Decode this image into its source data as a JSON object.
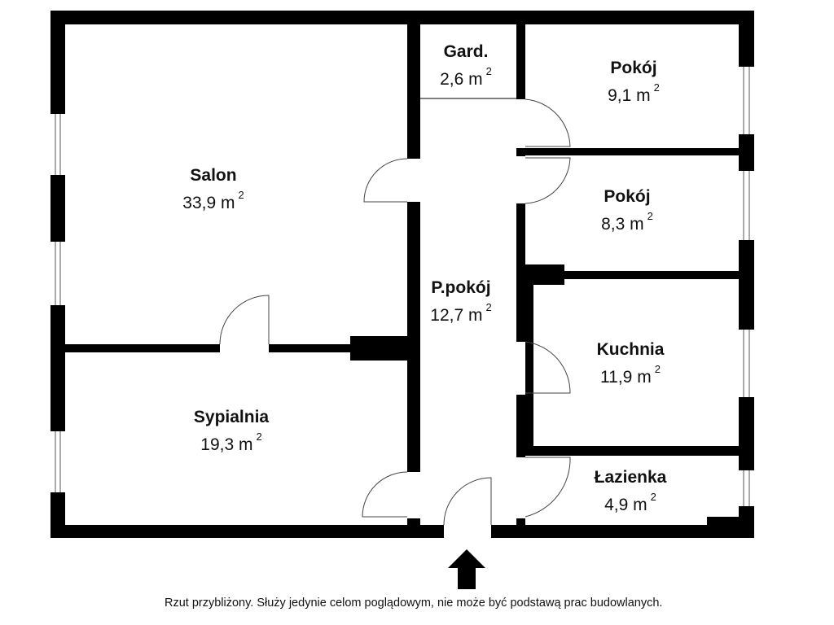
{
  "rooms": {
    "salon": {
      "name": "Salon",
      "area": "33,9 m",
      "unit_exp": "2"
    },
    "gard": {
      "name": "Gard.",
      "area": "2,6 m",
      "unit_exp": "2"
    },
    "pokoj1": {
      "name": "Pokój",
      "area": "9,1 m",
      "unit_exp": "2"
    },
    "pokoj2": {
      "name": "Pokój",
      "area": "8,3 m",
      "unit_exp": "2"
    },
    "ppokoj": {
      "name": "P.pokój",
      "area": "12,7 m",
      "unit_exp": "2"
    },
    "kuchnia": {
      "name": "Kuchnia",
      "area": "11,9 m",
      "unit_exp": "2"
    },
    "sypialnia": {
      "name": "Sypialnia",
      "area": "19,3 m",
      "unit_exp": "2"
    },
    "lazienka": {
      "name": "Łazienka",
      "area": "4,9 m",
      "unit_exp": "2"
    }
  },
  "entrance_icon": "arrow-up-icon",
  "disclaimer": "Rzut przybliżony. Służy jedynie celom poglądowym, nie może być podstawą prac budowlanych."
}
